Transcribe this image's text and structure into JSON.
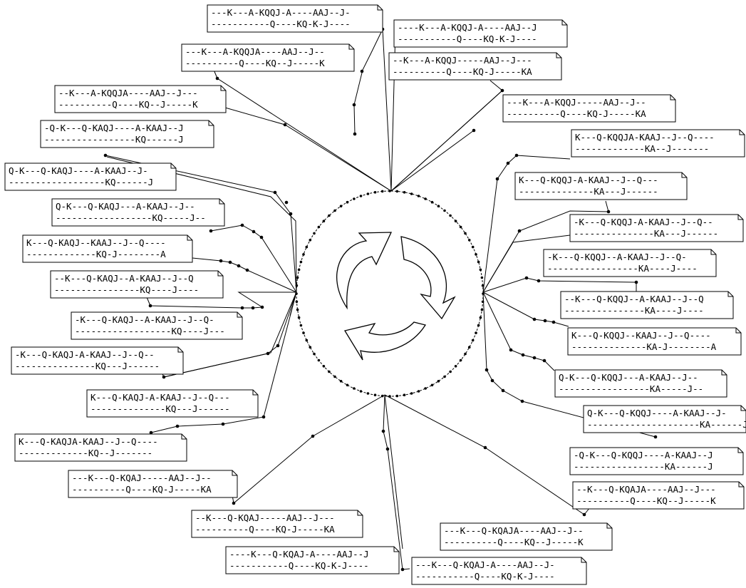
{
  "notes": [
    {
      "id": "n1",
      "line1": "---K---A-KQQJ-A----AAJ--J-",
      "line2": "-----------Q----KQ-K-J----"
    },
    {
      "id": "n2",
      "line1": "----K---A-KQQJ-A----AAJ--J",
      "line2": "-----------Q----KQ-K-J----"
    },
    {
      "id": "n3",
      "line1": "---K---A-KQQJA----AAJ--J--",
      "line2": "----------Q----KQ--J-----K"
    },
    {
      "id": "n4",
      "line1": "--K---A-KQQJ-----AAJ--J---",
      "line2": "----------Q----KQ-J-----KA"
    },
    {
      "id": "n5",
      "line1": "--K---A-KQQJA----AAJ--J---",
      "line2": "----------Q----KQ--J-----K"
    },
    {
      "id": "n6",
      "line1": "---K---A-KQQJ-----AAJ--J--",
      "line2": "----------Q----KQ-J-----KA"
    },
    {
      "id": "n7",
      "line1": "-Q-K---Q-KAQJ----A-KAAJ--J",
      "line2": "-----------------KQ------J"
    },
    {
      "id": "n8",
      "line1": "K---Q-KQQJA-KAAJ--J--Q----",
      "line2": "-------------KA--J-------"
    },
    {
      "id": "n9",
      "line1": "Q-K---Q-KAQJ----A-KAAJ--J-",
      "line2": "------------------KQ------J"
    },
    {
      "id": "n10",
      "line1": "K---Q-KQQJ-A-KAAJ--J--Q---",
      "line2": "--------------KA---J------"
    },
    {
      "id": "n11",
      "line1": "Q-K---Q-KAQJ---A-KAAJ--J--",
      "line2": "------------------KQ-----J--"
    },
    {
      "id": "n12",
      "line1": "-K---Q-KQQJ-A-KAAJ--J--Q--",
      "line2": "---------------KA---J------"
    },
    {
      "id": "n13",
      "line1": "K---Q-KAQJ--KAAJ--J--Q----",
      "line2": "-------------KQ-J--------A"
    },
    {
      "id": "n14",
      "line1": "-K---Q-KQQJ--A-KAAJ--J--Q-",
      "line2": "-----------------KA----J----"
    },
    {
      "id": "n15",
      "line1": "--K---Q-KAQJ--A-KAAJ--J--Q",
      "line2": "----------------KQ----J----"
    },
    {
      "id": "n16",
      "line1": "--K---Q-KQQJ--A-KAAJ--J--Q",
      "line2": "---------------KA----J----"
    },
    {
      "id": "n17",
      "line1": "-K---Q-KAQJ--A-KAAJ--J--Q-",
      "line2": "------------------KQ----J---"
    },
    {
      "id": "n18",
      "line1": "K---Q-KQQJ--KAAJ--J--Q----",
      "line2": "--------------KA-J--------A"
    },
    {
      "id": "n19",
      "line1": "-K---Q-KAQJ-A-KAAJ--J--Q--",
      "line2": "---------------KQ---J------"
    },
    {
      "id": "n20",
      "line1": "Q-K---Q-KQQJ---A-KAAJ--J--",
      "line2": "-----------------KA-----J--"
    },
    {
      "id": "n21",
      "line1": "K---Q-KAQJ-A-KAAJ--J--Q---",
      "line2": "--------------KQ---J------"
    },
    {
      "id": "n22",
      "line1": "Q-K---Q-KQQJ----A-KAAJ--J-",
      "line2": "---------------------KA------J"
    },
    {
      "id": "n23",
      "line1": "K---Q-KAQJA-KAAJ--J--Q----",
      "line2": "-------------KQ--J-------"
    },
    {
      "id": "n24",
      "line1": "-Q-K---Q-KQQJ----A-KAAJ--J",
      "line2": "-----------------KA------J"
    },
    {
      "id": "n25",
      "line1": "---K---Q-KQAJ-----AAJ--J--",
      "line2": "----------Q----KQ-J-----KA"
    },
    {
      "id": "n26",
      "line1": "--K---Q-KQAJA----AAJ--J---",
      "line2": "----------Q----KQ--J-----K"
    },
    {
      "id": "n27",
      "line1": "--K---Q-KQAJ-----AAJ--J---",
      "line2": "----------Q----KQ-J-----KA"
    },
    {
      "id": "n28",
      "line1": "---K---Q-KQAJA----AAJ--J--",
      "line2": "----------Q----KQ--J-----K"
    },
    {
      "id": "n29",
      "line1": "----K---Q-KQAJ-A----AAJ--J",
      "line2": "-----------Q----KQ-K-J----"
    },
    {
      "id": "n30",
      "line1": "---K---Q-KQAJ-A----AAJ--J-",
      "line2": "-----------Q----KQ-K-J----"
    }
  ]
}
